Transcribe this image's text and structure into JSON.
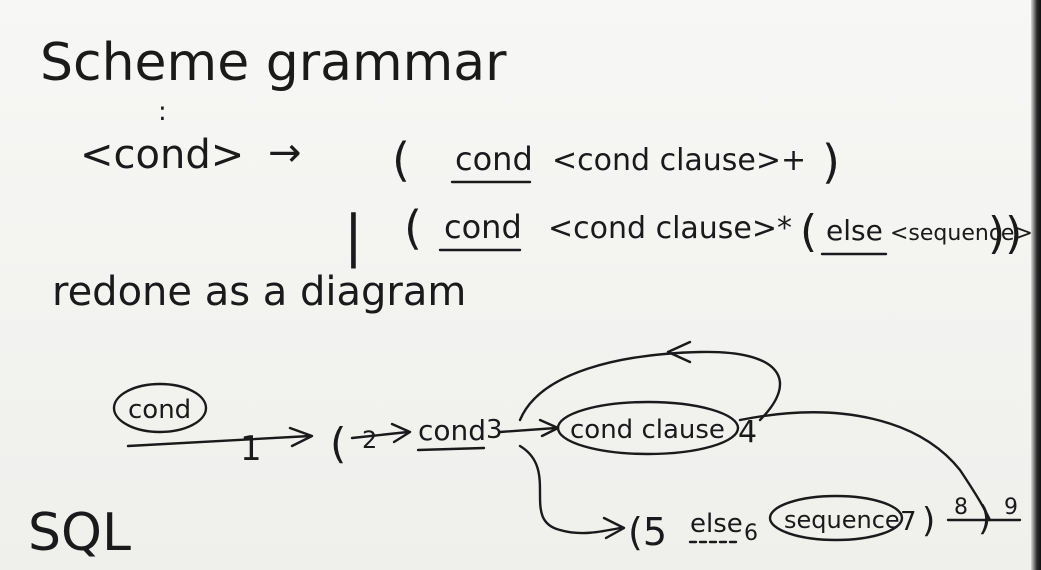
{
  "title": "Scheme grammar",
  "ellipsis": ":",
  "production": {
    "lhs": "<cond>",
    "arrow": "→",
    "alt1": {
      "open": "(",
      "keyword": "cond",
      "clause": "<cond clause>+",
      "close": ")"
    },
    "bar": "|",
    "alt2": {
      "open": "(",
      "keyword": "cond",
      "clause": "<cond clause>*",
      "else_open": "(",
      "else_kw": "else",
      "seq": "<sequence>",
      "close": "))"
    }
  },
  "subtitle": "redone as a diagram",
  "diagram": {
    "start_label": "cond",
    "n1": "1",
    "paren_open": "(",
    "n2": "2",
    "kw_cond": "cond",
    "n3": "3",
    "clause": "cond clause",
    "n4": "4",
    "paren5": "(5",
    "else_kw": "else",
    "n6": "6",
    "seq": "sequence",
    "n7": "7",
    "close1": ")",
    "n8": "8",
    "close2": ")",
    "n9": "9"
  },
  "footer": "SQL"
}
